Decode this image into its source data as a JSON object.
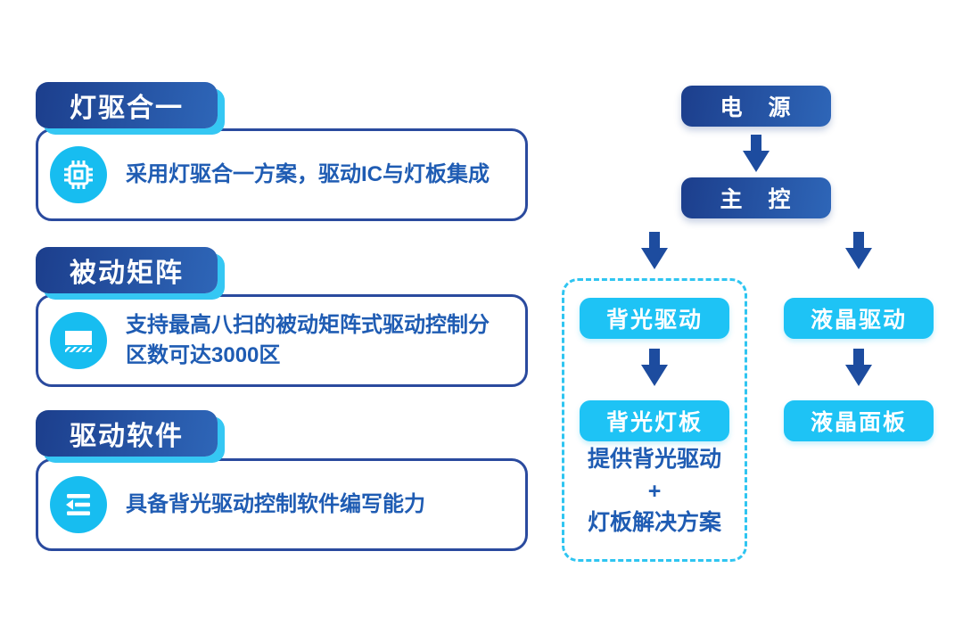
{
  "colors": {
    "navy-dark": "#1c3e8c",
    "navy-light": "#2e66b8",
    "cyan": "#1ec3f5",
    "cyan-icon": "#17bdf0",
    "cyan-accent": "#35c7f3",
    "arrow-blue": "#1d4c9f",
    "card-border": "#2a4a9e",
    "text-blue": "#1f5cb3",
    "dashed-cyan": "#2fc5f1"
  },
  "features": [
    {
      "title": "灯驱合一",
      "icon": "chip-icon",
      "text": "采用灯驱合一方案，驱动IC与灯板集成"
    },
    {
      "title": "被动矩阵",
      "icon": "panel-icon",
      "text": "支持最高八扫的被动矩阵式驱动控制分区数可达3000区"
    },
    {
      "title": "驱动软件",
      "icon": "outdent-icon",
      "text": "具备背光驱动控制软件编写能力"
    }
  ],
  "flowchart": {
    "power": "电　源",
    "main_control": "主　控",
    "backlight_drive": "背光驱动",
    "backlight_board": "背光灯板",
    "lcd_drive": "液晶驱动",
    "lcd_panel": "液晶面板",
    "note_line1": "提供背光驱动",
    "note_plus": "+",
    "note_line2": "灯板解决方案"
  }
}
